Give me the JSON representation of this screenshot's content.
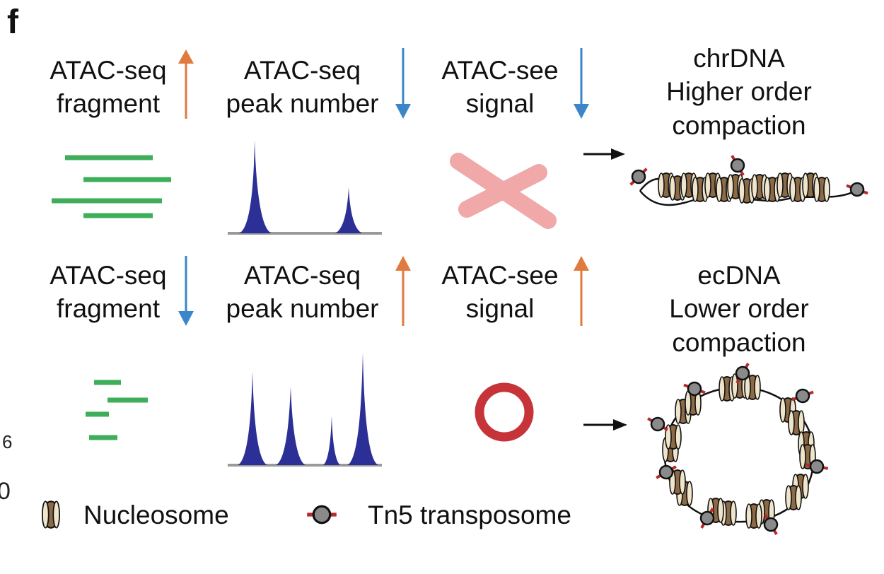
{
  "panel_letter": "f",
  "top_row": {
    "fragment": {
      "line1": "ATAC-seq",
      "line2": "fragment",
      "arrow": "up"
    },
    "peaks": {
      "line1": "ATAC-seq",
      "line2": "peak number",
      "arrow": "down"
    },
    "signal": {
      "line1": "ATAC-see",
      "line2": "signal",
      "arrow": "down"
    },
    "state": {
      "line1": "chrDNA",
      "line2": "Higher order",
      "line3": "compaction"
    }
  },
  "bottom_row": {
    "fragment": {
      "line1": "ATAC-seq",
      "line2": "fragment",
      "arrow": "down"
    },
    "peaks": {
      "line1": "ATAC-seq",
      "line2": "peak number",
      "arrow": "up"
    },
    "signal": {
      "line1": "ATAC-see",
      "line2": "signal",
      "arrow": "up"
    },
    "state": {
      "line1": "ecDNA",
      "line2": "Lower order",
      "line3": "compaction"
    }
  },
  "legend": {
    "nucleosome": "Nucleosome",
    "tn5": "Tn5 transposome"
  },
  "edge_fragments": {
    "a": "6",
    "b": "0"
  },
  "colors": {
    "up_arrow": "#e07a3e",
    "down_arrow": "#3a86c8",
    "fragment": "#3fae5a",
    "peak": "#2b2f96",
    "baseline": "#9a9a9a",
    "chromosome": "#f0a8a8",
    "ring": "#c6343a",
    "nucleosome": "#8b6a45",
    "tn5_bar": "#b52a2a",
    "tn5_ball": "#8a8a8a"
  }
}
